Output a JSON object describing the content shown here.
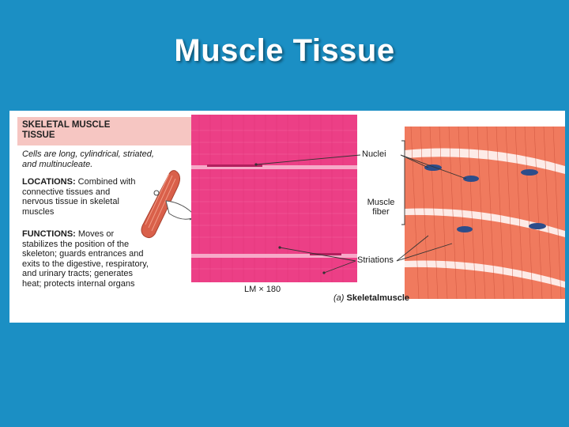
{
  "slide": {
    "title": "Muscle Tissue"
  },
  "figure": {
    "header_line1": "SKELETAL MUSCLE",
    "header_line2": "TISSUE",
    "description": "Cells are long, cylindrical, striated, and multinucleate.",
    "locations_heading": "LOCATIONS:",
    "locations_text": " Combined with connective tissues and nervous tissue in skeletal muscles",
    "functions_heading": "FUNCTIONS:",
    "functions_text": " Moves or stabilizes the position of the skeleton; guards entrances and exits to the digestive, respiratory, and urinary tracts; generates heat; protects internal organs",
    "labels": {
      "nuclei": "Nuclei",
      "muscle_line1": "Muscle",
      "muscle_line2": "fiber",
      "striations": "Striations",
      "magnification": "LM × 180",
      "caption_prefix": "(a)",
      "caption_text": " Skeletalmuscle"
    },
    "colors": {
      "micrograph": "#ec3f86",
      "drawing": "#f07a5e",
      "header_band": "#f6c6c2",
      "nucleus": "#2d4d8a"
    }
  }
}
